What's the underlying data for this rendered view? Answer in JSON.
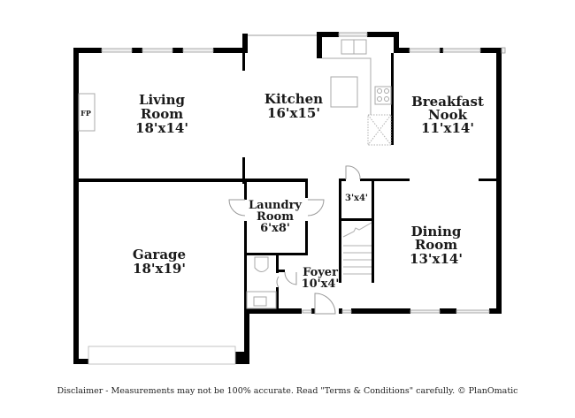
{
  "rooms": {
    "living": {
      "name_line1": "Living",
      "name_line2": "Room",
      "dims": "18'x14'"
    },
    "kitchen": {
      "name": "Kitchen",
      "dims": "16'x15'"
    },
    "breakfast": {
      "name_line1": "Breakfast",
      "name_line2": "Nook",
      "dims": "11'x14'"
    },
    "garage": {
      "name": "Garage",
      "dims": "18'x19'"
    },
    "laundry": {
      "name_line1": "Laundry",
      "name_line2": "Room",
      "dims": "6'x8'"
    },
    "closet": {
      "dims": "3'x4'"
    },
    "dining": {
      "name_line1": "Dining",
      "name_line2": "Room",
      "dims": "13'x14'"
    },
    "foyer": {
      "name": "Foyer",
      "dims": "10'x4'"
    }
  },
  "fixtures": {
    "fireplace": "FP"
  },
  "colors": {
    "wall": "#000000",
    "window": "#eeeeee",
    "fixture_stroke": "#a8a8a8",
    "text": "#1a1a1a"
  },
  "footer": {
    "disclaimer": "Disclaimer - Measurements may not be 100% accurate. Read \"Terms & Conditions\" carefully. © PlanOmatic"
  }
}
